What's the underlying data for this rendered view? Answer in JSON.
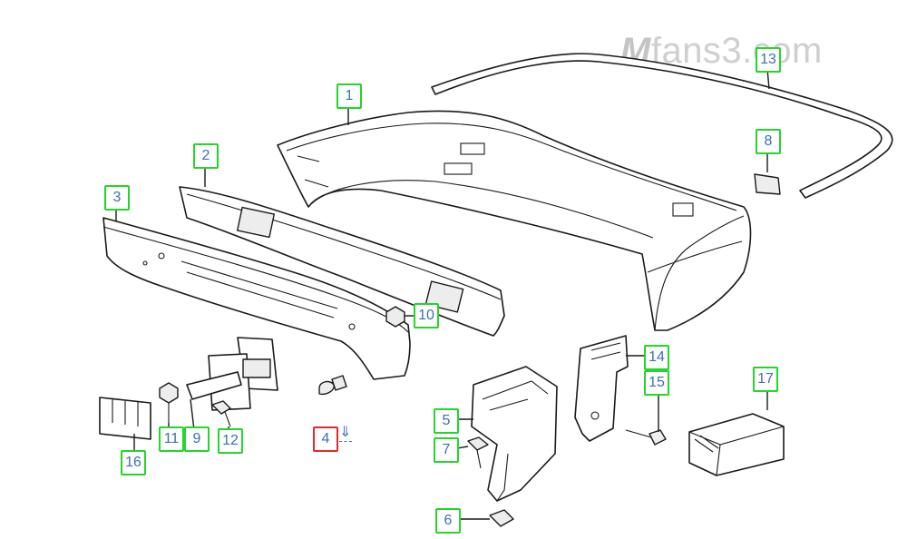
{
  "watermark": {
    "brand": "M",
    "rest": "fans3.com"
  },
  "callouts": [
    {
      "id": "1",
      "label": "1",
      "selected": false
    },
    {
      "id": "2",
      "label": "2",
      "selected": false
    },
    {
      "id": "3",
      "label": "3",
      "selected": false
    },
    {
      "id": "4",
      "label": "4",
      "selected": true
    },
    {
      "id": "5",
      "label": "5",
      "selected": false
    },
    {
      "id": "6",
      "label": "6",
      "selected": false
    },
    {
      "id": "7",
      "label": "7",
      "selected": false
    },
    {
      "id": "8",
      "label": "8",
      "selected": false
    },
    {
      "id": "9",
      "label": "9",
      "selected": false
    },
    {
      "id": "10",
      "label": "10",
      "selected": false
    },
    {
      "id": "11",
      "label": "11",
      "selected": false
    },
    {
      "id": "12",
      "label": "12",
      "selected": false
    },
    {
      "id": "13",
      "label": "13",
      "selected": false
    },
    {
      "id": "14",
      "label": "14",
      "selected": false
    },
    {
      "id": "15",
      "label": "15",
      "selected": false
    },
    {
      "id": "16",
      "label": "16",
      "selected": false
    },
    {
      "id": "17",
      "label": "17",
      "selected": false
    }
  ],
  "selection_marker": {
    "arrow": "⇓"
  },
  "colors": {
    "callout_border": "#22d62a",
    "selected_border": "#e8262a",
    "label_text": "#3d6fb5"
  }
}
